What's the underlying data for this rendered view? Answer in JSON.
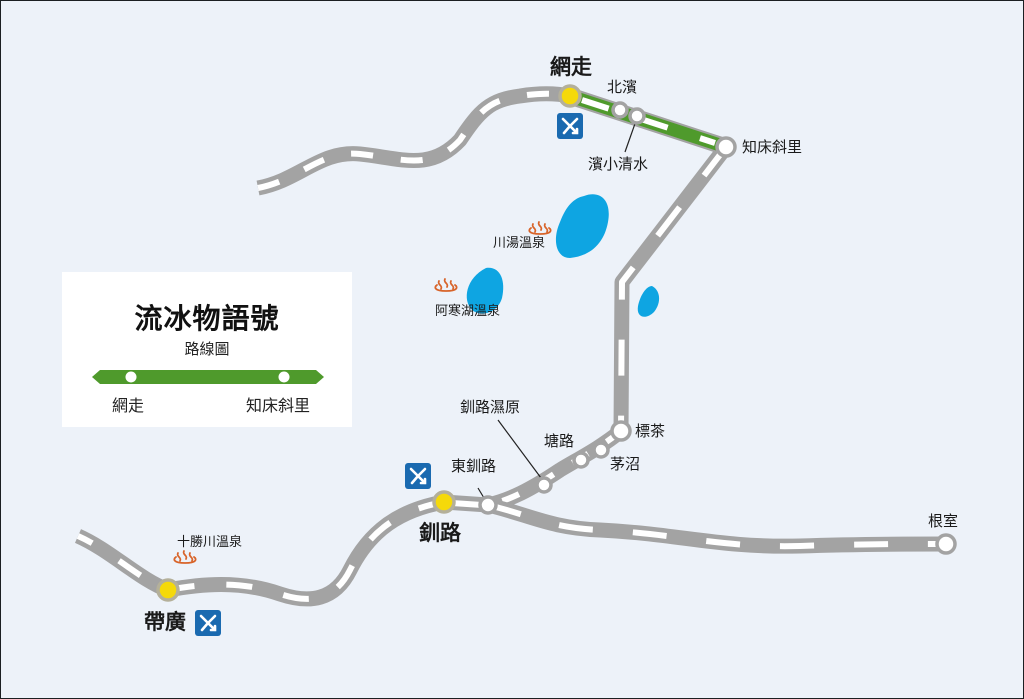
{
  "legend": {
    "title": "流冰物語號",
    "subtitle": "路線圖",
    "start_label": "網走",
    "end_label": "知床斜里",
    "line_color": "#4f9a2c"
  },
  "colors": {
    "background": "#edf2f9",
    "track": "#a3a3a3",
    "featured_line": "#4f9a2c",
    "major_station": "#f5d90a",
    "lake": "#0ea5e2",
    "airport": "#1a6ab0",
    "onsen": "#d8642a"
  },
  "stations": {
    "abashiri": "網走",
    "kitahama": "北濱",
    "hamakoshimizu": "濱小清水",
    "shiretokoshari": "知床斜里",
    "shibecha": "標茶",
    "kayanuma": "茅沼",
    "toro": "塘路",
    "kushiroshitsugen": "釧路濕原",
    "higashikushiro": "東釧路",
    "kushiro": "釧路",
    "nemuro": "根室",
    "obihiro": "帶廣"
  },
  "onsen": {
    "kawayu": "川湯溫泉",
    "akanko": "阿寒湖溫泉",
    "tokachigawa": "十勝川溫泉"
  },
  "icons": {
    "airport": "airplane-icon",
    "onsen": "hot-spring-icon"
  }
}
